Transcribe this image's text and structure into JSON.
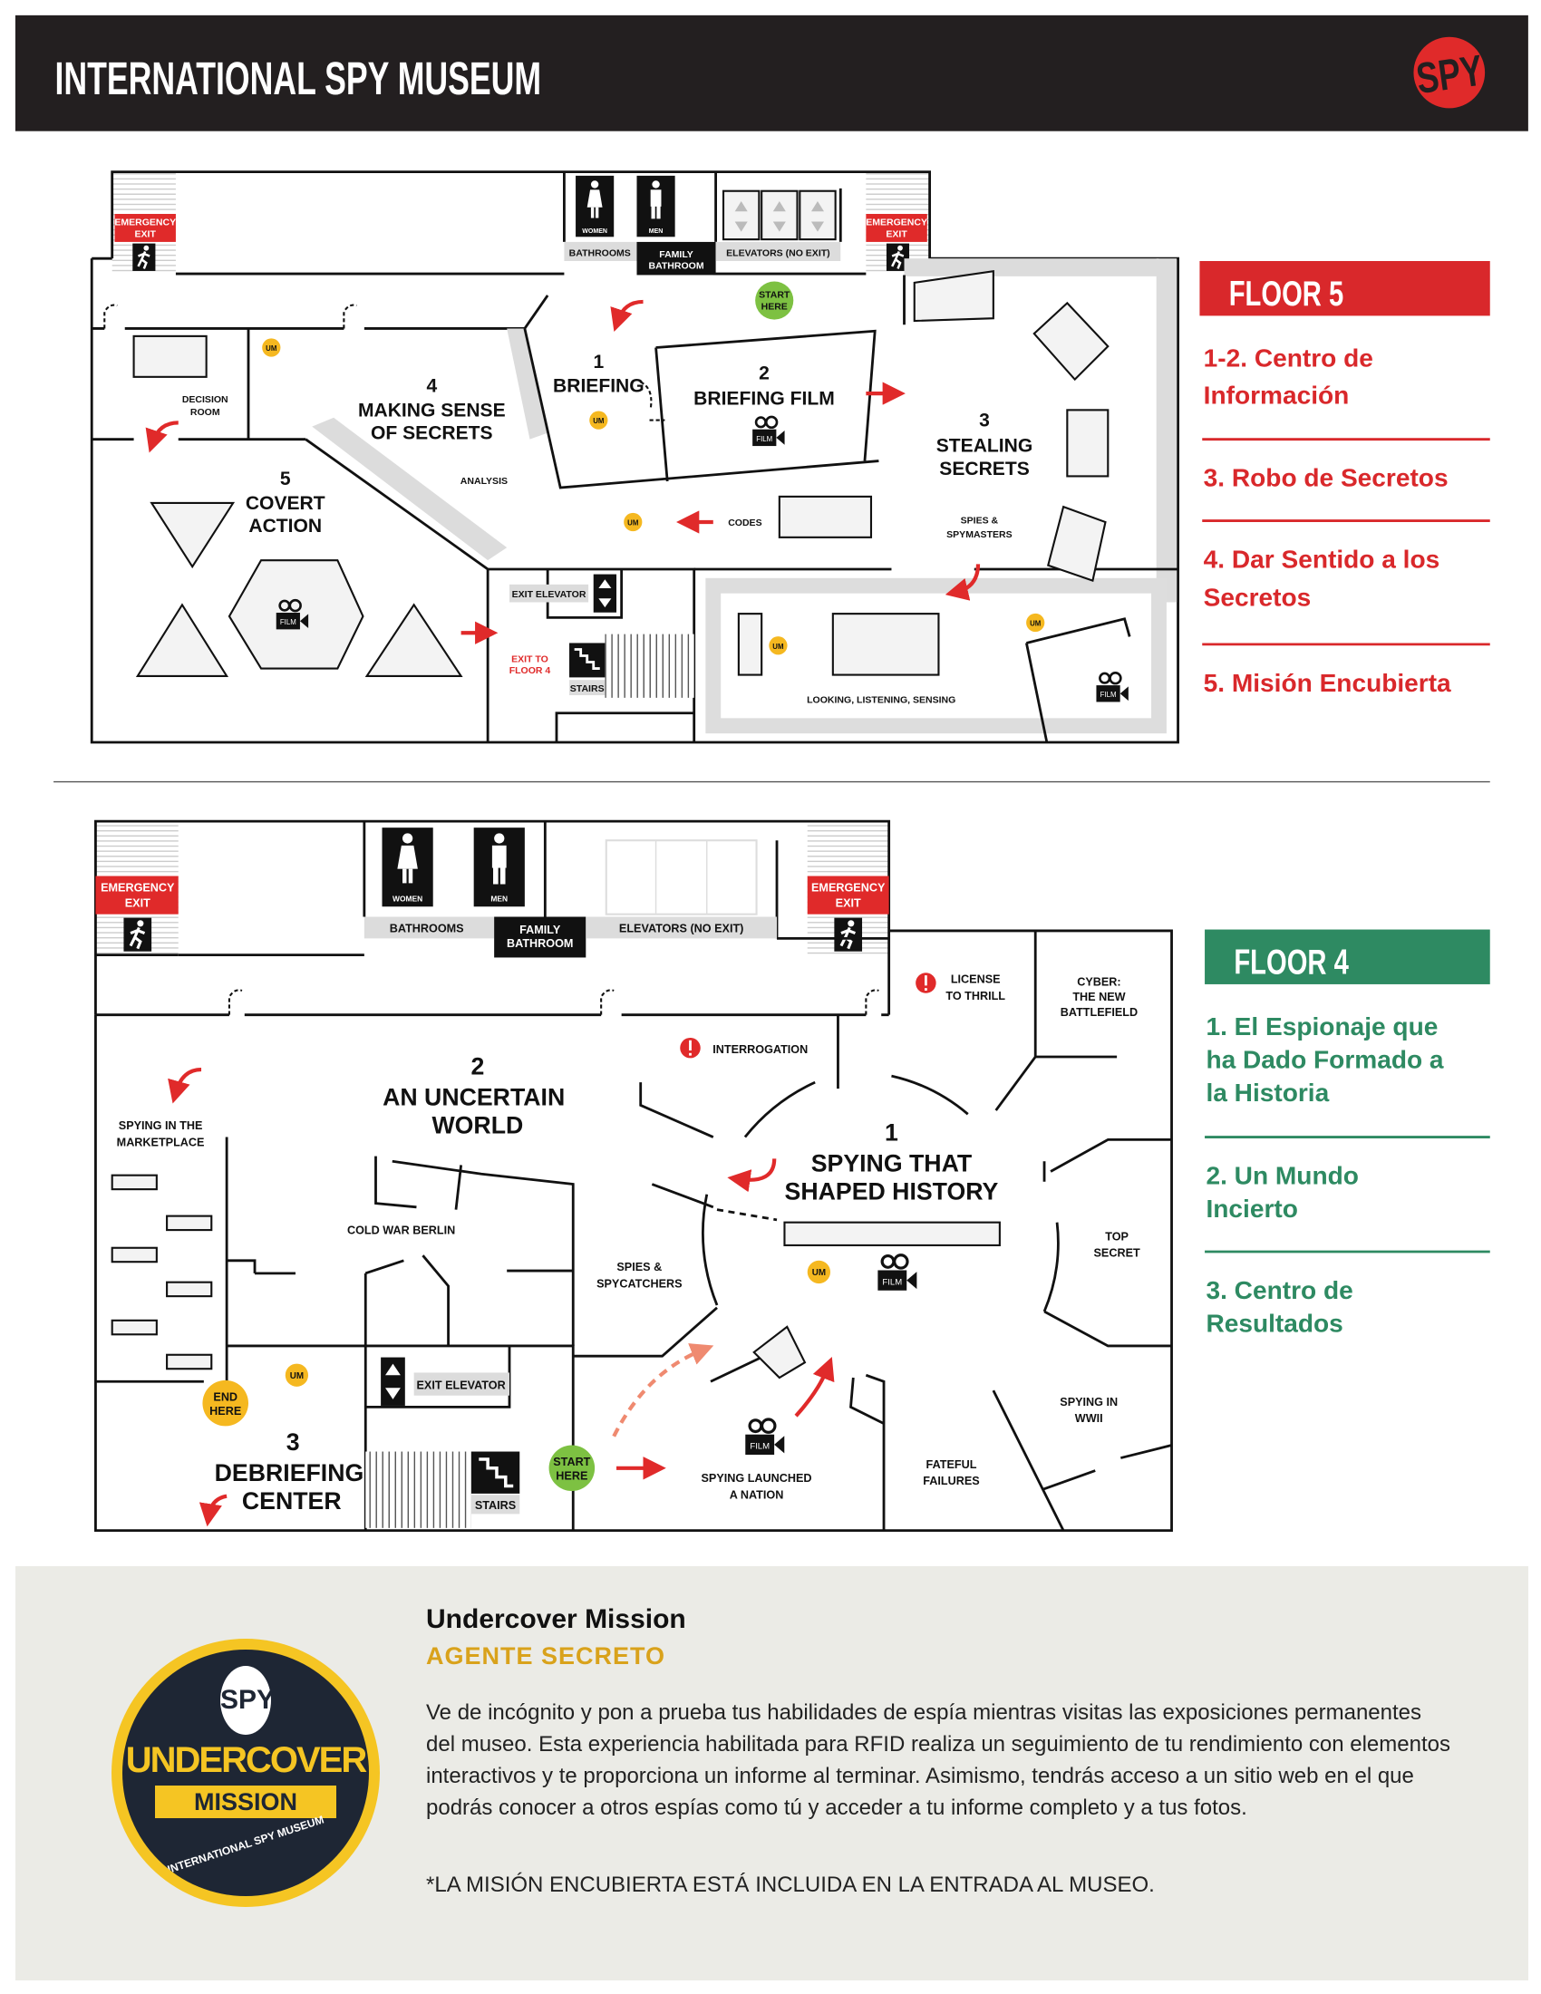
{
  "header": {
    "title": "INTERNATIONAL SPY MUSEUM",
    "logo": "SPY"
  },
  "common": {
    "emergency_exit": [
      "EMERGENCY",
      "EXIT"
    ],
    "women": "WOMEN",
    "men": "MEN",
    "bathrooms": "BATHROOMS",
    "family_bathroom": [
      "FAMILY",
      "BATHROOM"
    ],
    "elevators": "ELEVATORS (NO EXIT)",
    "start_here": [
      "START",
      "HERE"
    ],
    "end_here": [
      "END",
      "HERE"
    ],
    "exit_elevator": "EXIT ELEVATOR",
    "stairs": "STAIRS",
    "um": "UM",
    "film": "FILM"
  },
  "floor5": {
    "label": "FLOOR 5",
    "accent": "#d9282b",
    "legend": [
      [
        "1-2. Centro de",
        "Información"
      ],
      [
        "3. Robo de Secretos"
      ],
      [
        "4. Dar Sentido a los",
        "Secretos"
      ],
      [
        "5. Misión Encubierta"
      ]
    ],
    "galleries": {
      "briefing": {
        "num": "1",
        "lines": [
          "BRIEFING"
        ]
      },
      "briefing_film": {
        "num": "2",
        "lines": [
          "BRIEFING FILM"
        ]
      },
      "stealing": {
        "num": "3",
        "lines": [
          "STEALING",
          "SECRETS"
        ]
      },
      "making_sense": {
        "num": "4",
        "lines": [
          "MAKING SENSE",
          "OF SECRETS"
        ]
      },
      "covert": {
        "num": "5",
        "lines": [
          "COVERT",
          "ACTION"
        ]
      }
    },
    "labels": {
      "decision_room": [
        "DECISION",
        "ROOM"
      ],
      "analysis": "ANALYSIS",
      "codes": "CODES",
      "spies_spymasters": [
        "SPIES &",
        "SPYMASTERS"
      ],
      "looking": "LOOKING, LISTENING, SENSING",
      "exit_to_floor": [
        "EXIT TO",
        "FLOOR 4"
      ]
    }
  },
  "floor4": {
    "label": "FLOOR 4",
    "accent": "#2e8a62",
    "legend": [
      [
        "1. El Espionaje que",
        "ha Dado Formado a",
        "la Historia"
      ],
      [
        "2. Un Mundo",
        "Incierto"
      ],
      [
        "3. Centro de",
        "Resultados"
      ]
    ],
    "galleries": {
      "spying_history": {
        "num": "1",
        "lines": [
          "SPYING THAT",
          "SHAPED HISTORY"
        ]
      },
      "uncertain": {
        "num": "2",
        "lines": [
          "AN UNCERTAIN",
          "WORLD"
        ]
      },
      "debriefing": {
        "num": "3",
        "lines": [
          "DEBRIEFING",
          "CENTER"
        ]
      }
    },
    "labels": {
      "license": [
        "LICENSE",
        "TO THRILL"
      ],
      "cyber": [
        "CYBER:",
        "THE NEW",
        "BATTLEFIELD"
      ],
      "interrogation": "INTERROGATION",
      "marketplace": [
        "SPYING IN THE",
        "MARKETPLACE"
      ],
      "cold_war": "COLD WAR BERLIN",
      "spycatchers": [
        "SPIES &",
        "SPYCATCHERS"
      ],
      "top_secret": [
        "TOP",
        "SECRET"
      ],
      "wwii": [
        "SPYING IN",
        "WWII"
      ],
      "fateful": [
        "FATEFUL",
        "FAILURES"
      ],
      "launched": [
        "SPYING LAUNCHED",
        "A NATION"
      ]
    }
  },
  "mission": {
    "badge": {
      "logo": "SPY",
      "top": "UNDERCOVER",
      "band": "MISSION",
      "ring": "INTERNATIONAL SPY MUSEUM"
    },
    "title": "Undercover Mission",
    "subtitle": "AGENTE SECRETO",
    "body": "Ve de incógnito y pon a prueba tus habilidades de espía mientras visitas las exposiciones permanentes del museo. Esta experiencia habilitada para RFID realiza un seguimiento de tu rendimiento con elementos interactivos y te proporciona un informe al terminar. Asimismo, tendrás acceso a un sitio web en el que podrás conocer a otros espías como tú y acceder a tu informe completo y a tus fotos.",
    "note": "*LA MISIÓN ENCUBIERTA ESTÁ INCLUIDA EN LA ENTRADA AL MUSEO."
  }
}
